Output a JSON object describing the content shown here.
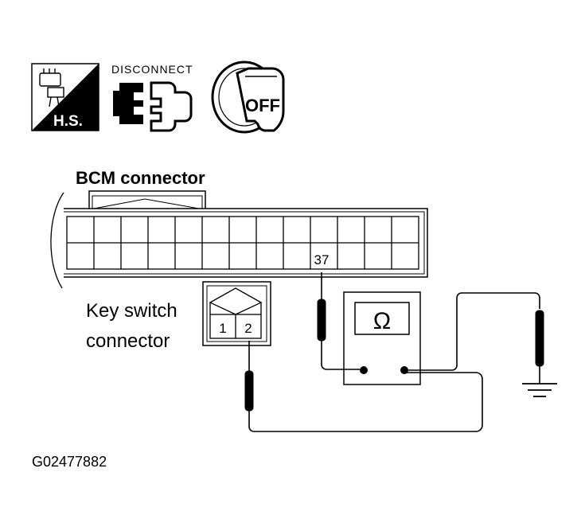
{
  "icons": {
    "harness_icon": "wiring-harness-icon",
    "harness_label": "H.S.",
    "disconnect_label": "DISCONNECT",
    "disconnect_icon": "connector-disconnect-icon",
    "ignition_icon": "ignition-key-icon",
    "ignition_label": "OFF"
  },
  "bcm": {
    "title": "BCM connector",
    "terminal_label": "37"
  },
  "key_switch": {
    "label_line1": "Key switch",
    "label_line2": "connector",
    "pin1": "1",
    "pin2": "2"
  },
  "meter": {
    "symbol": "Ω",
    "icon": "ohmmeter-icon"
  },
  "ground_icon": "ground-symbol-icon",
  "figure_id": "G02477882"
}
